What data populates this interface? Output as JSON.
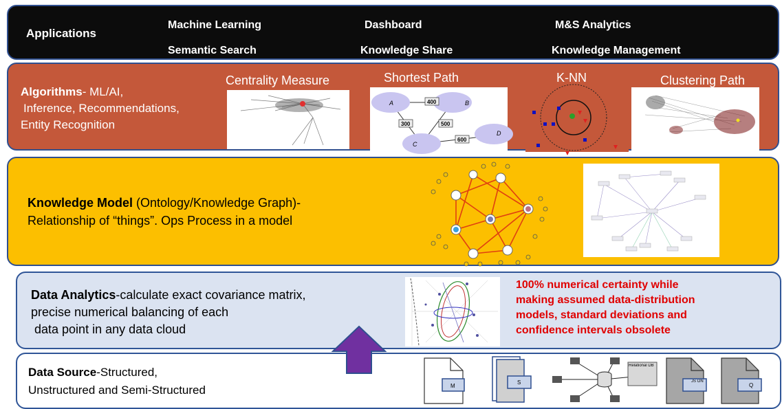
{
  "applications": {
    "heading": "Applications",
    "items": [
      "Machine Learning",
      "Dashboard",
      "M&S Analytics",
      "Semantic Search",
      "Knowledge Share",
      "Knowledge Management"
    ]
  },
  "algorithms": {
    "heading": "Algorithms",
    "line1_rest": "- ML/AI,",
    "line2": "Inference, Recommendations,",
    "line3": "Entity Recognition",
    "images": {
      "centrality": "Centrality Measure",
      "shortest_path": "Shortest Path",
      "knn": "K-NN",
      "clustering": "Clustering Path"
    },
    "graph_nodes": [
      "A",
      "B",
      "C",
      "D"
    ],
    "graph_weights": [
      "400",
      "300",
      "500",
      "600"
    ]
  },
  "knowledge_model": {
    "heading": "Knowledge Model",
    "line1_rest": " (Ontology/Knowledge Graph)-",
    "line2": "Relationship of “things”. Ops Process in a model"
  },
  "data_analytics": {
    "heading": "Data Analytics",
    "line1_rest": "-calculate exact covariance matrix,",
    "line2": "precise numerical balancing of each",
    "line3": " data point in any data cloud",
    "note_lines": [
      "100% numerical certainty while",
      "making assumed data-distribution",
      "models, standard deviations and",
      "confidence intervals obsolete"
    ]
  },
  "data_source": {
    "heading": "Data Source",
    "line1_rest": "-Structured,",
    "line2": "Unstructured and Semi-Structured",
    "doc_labels": [
      "M",
      "S",
      "Relational DB",
      "JS ON",
      "Q"
    ]
  },
  "colors": {
    "applications_bg": "#0c0c0c",
    "algorithms_bg": "#c4583a",
    "knowledge_model_bg": "#fcbf00",
    "data_analytics_bg": "#dbe3f1",
    "note_red": "#e00000",
    "arrow_purple": "#7030a0"
  }
}
